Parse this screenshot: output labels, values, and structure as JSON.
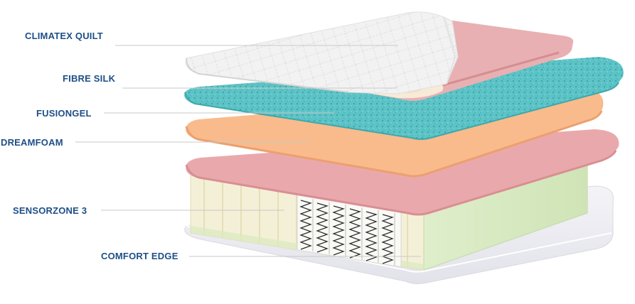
{
  "layers": [
    {
      "key": "climatex_quilt",
      "label": "CLIMATEX QUILT"
    },
    {
      "key": "fibre_silk",
      "label": "FIBRE SILK"
    },
    {
      "key": "fusiongel",
      "label": "FUSIONGEL"
    },
    {
      "key": "dreamfoam",
      "label": "DREAMFOAM"
    },
    {
      "key": "sensorzone",
      "label": "SENSORZONE 3"
    },
    {
      "key": "comfort_edge",
      "label": "COMFORT EDGE"
    }
  ],
  "colors": {
    "label_text": "#1d4f86",
    "leader_line": "#c9c9c9",
    "quilt": "#f1f1f1",
    "pink_top": "#e7aeb0",
    "gel": "#5ec5c8",
    "dreamfoam": "#f8b889",
    "pink_layer": "#e8a8ab",
    "spring_unit": "#f3efd6",
    "comfort_edge": "#d4e8bd",
    "base": "#ededf2"
  },
  "icons": {
    "springs": "pocket-spring-coil-icon",
    "fibre": "silk-fibre-tuft-icon"
  }
}
